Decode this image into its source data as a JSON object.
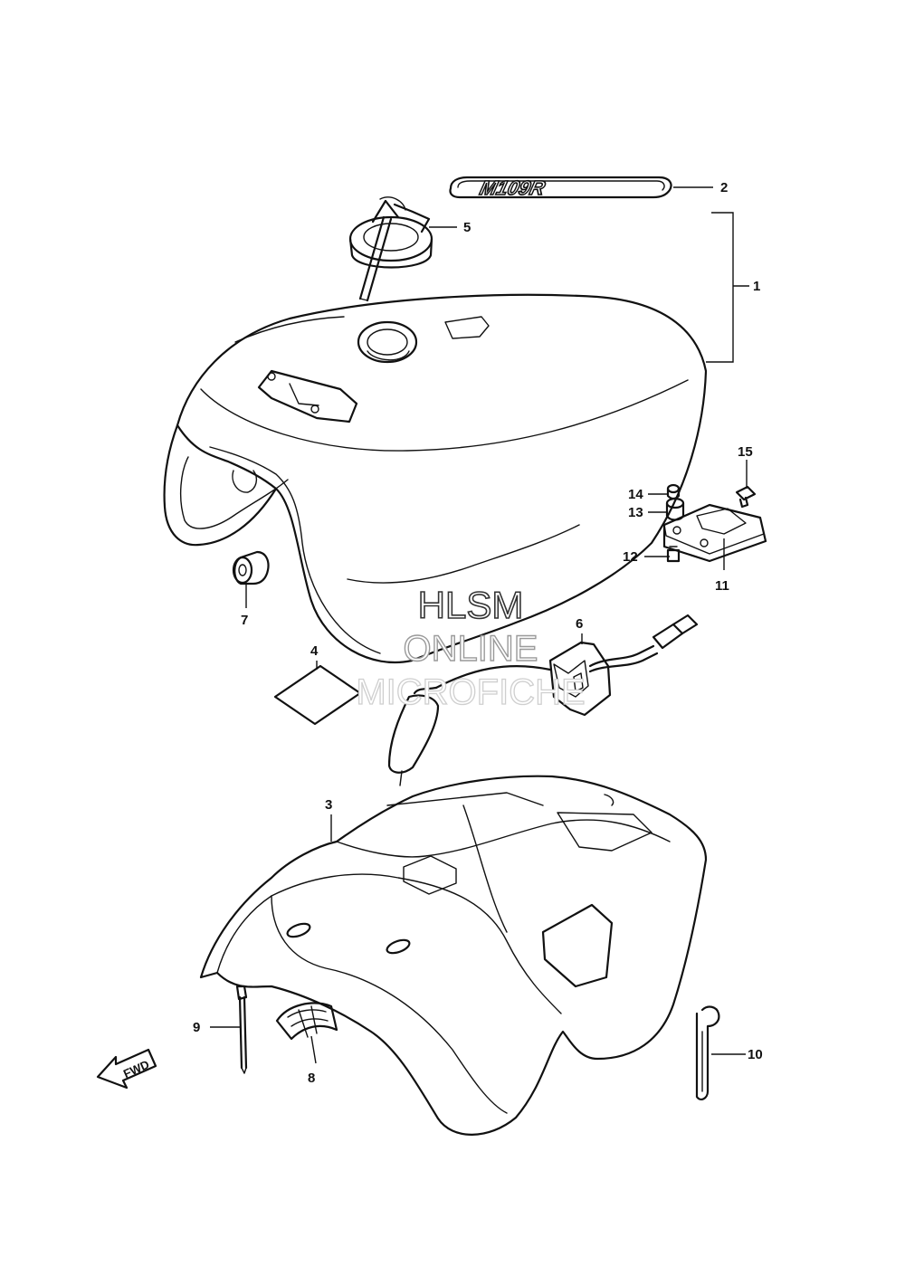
{
  "callouts": {
    "c1": "1",
    "c2": "2",
    "c3": "3",
    "c4": "4",
    "c5": "5",
    "c6": "6",
    "c7": "7",
    "c8": "8",
    "c9": "9",
    "c10": "10",
    "c11": "11",
    "c12": "12",
    "c13": "13",
    "c14": "14",
    "c15": "15"
  },
  "emblem_text": "M109R",
  "fwd_label": "FWD",
  "watermark": {
    "line1": "HLSM",
    "line2": "ONLINE",
    "line3": "MICROFICHE"
  },
  "colors": {
    "line": "#111111",
    "background": "#ffffff"
  }
}
